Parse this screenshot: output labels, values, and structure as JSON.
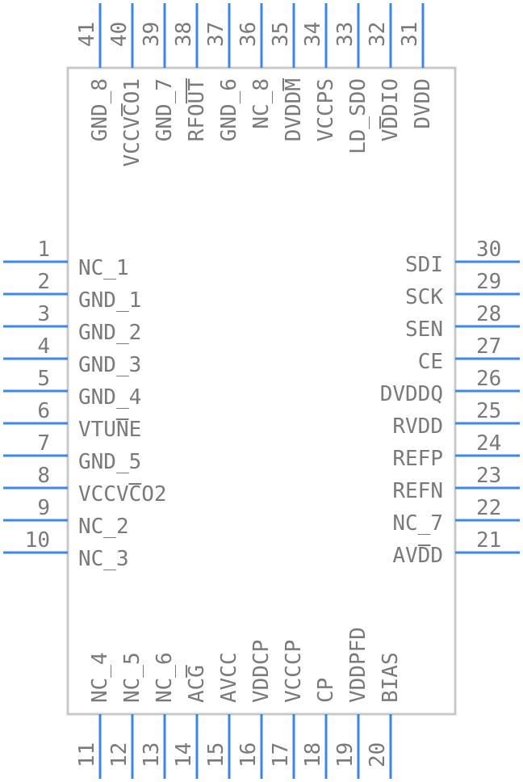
{
  "pins": {
    "left": [
      {
        "num": "1",
        "label": "NC_1"
      },
      {
        "num": "2",
        "label": "GND_1"
      },
      {
        "num": "3",
        "label": "GND_2"
      },
      {
        "num": "4",
        "label": "GND_3"
      },
      {
        "num": "5",
        "label": "GND_4"
      },
      {
        "num": "6",
        "label": "VTUNE"
      },
      {
        "num": "7",
        "label": "GND_5"
      },
      {
        "num": "8",
        "label": "VCCVCO2"
      },
      {
        "num": "9",
        "label": "NC_2"
      },
      {
        "num": "10",
        "label": "NC_3"
      }
    ],
    "bottom": [
      {
        "num": "11",
        "label": "NC_4"
      },
      {
        "num": "12",
        "label": "NC_5"
      },
      {
        "num": "13",
        "label": "NC_6"
      },
      {
        "num": "14",
        "label": "ACG"
      },
      {
        "num": "15",
        "label": "AVCC"
      },
      {
        "num": "16",
        "label": "VDDCP"
      },
      {
        "num": "17",
        "label": "VCCCP"
      },
      {
        "num": "18",
        "label": "CP"
      },
      {
        "num": "19",
        "label": "VDDPFD"
      },
      {
        "num": "20",
        "label": "BIAS"
      }
    ],
    "right": [
      {
        "num": "21",
        "label": "AVDD"
      },
      {
        "num": "22",
        "label": "NC_7"
      },
      {
        "num": "23",
        "label": "REFN"
      },
      {
        "num": "24",
        "label": "REFP"
      },
      {
        "num": "25",
        "label": "RVDD"
      },
      {
        "num": "26",
        "label": "DVDDQ"
      },
      {
        "num": "27",
        "label": "CE"
      },
      {
        "num": "28",
        "label": "SEN"
      },
      {
        "num": "29",
        "label": "SCK"
      },
      {
        "num": "30",
        "label": "SDI"
      }
    ],
    "top": [
      {
        "num": "31",
        "label": "DVDD"
      },
      {
        "num": "32",
        "label": "VDDIO"
      },
      {
        "num": "33",
        "label": "LD_SDO"
      },
      {
        "num": "34",
        "label": "VCCPS"
      },
      {
        "num": "35",
        "label": "DVDDM"
      },
      {
        "num": "36",
        "label": "NC_8"
      },
      {
        "num": "37",
        "label": "GND_6"
      },
      {
        "num": "38",
        "label": "RFOUT"
      },
      {
        "num": "39",
        "label": "GND_7"
      },
      {
        "num": "40",
        "label": "VCCVCO1"
      },
      {
        "num": "41",
        "label": "GND_8"
      }
    ]
  },
  "colors": {
    "pin": "#3b87e8",
    "body_outline": "#c8c8c8",
    "text": "#7a7a7a"
  }
}
